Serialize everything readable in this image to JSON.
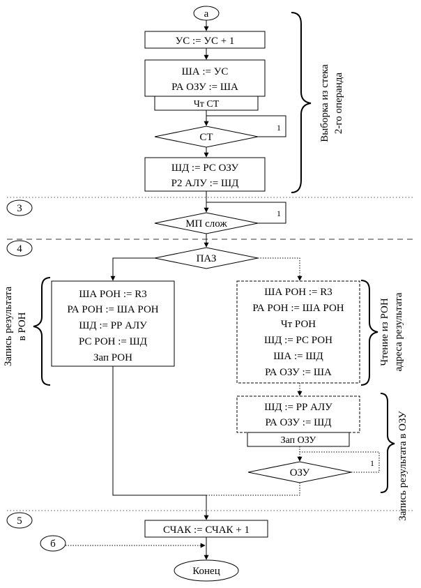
{
  "connectors": {
    "top": "а",
    "b": "б"
  },
  "sections": {
    "s3": "3",
    "s4": "4",
    "s5": "5"
  },
  "boxes": {
    "inc_us": "УС := УС + 1",
    "sa_box": [
      "ША := УС",
      "РА ОЗУ := ША"
    ],
    "read_st": "Чт СТ",
    "st_diamond": "СТ",
    "sd_box": [
      "ШД := РС ОЗУ",
      "Р2 АЛУ := ШД"
    ],
    "mp_diamond": "МП слож",
    "paz_diamond": "ПАЗ",
    "left_box": [
      "ША РОН := R3",
      "РА РОН := ША РОН",
      "ШД := РР АЛУ",
      "РС РОН := ШД",
      "Зап РОН"
    ],
    "right_box": [
      "ША РОН := R3",
      "РА РОН := ША РОН",
      "Чт РОН",
      "ШД := РС РОН",
      "ША := ШД",
      "РА ОЗУ := ША"
    ],
    "write_box": [
      "ШД := РР АЛУ",
      "РА ОЗУ := ШД"
    ],
    "write_ozu": "Зап ОЗУ",
    "ozu_diamond": "ОЗУ",
    "inc_schak": "СЧАК := СЧАК + 1",
    "end": "Конец"
  },
  "loop_labels": {
    "st": "1",
    "mp": "1",
    "ozu": "1"
  },
  "annotations": {
    "fetch": [
      "Выборка из стека",
      "2-го операнда"
    ],
    "write_ron": [
      "Запись результата",
      "в РОН"
    ],
    "read_ron": [
      "Чтение из РОН",
      "адреса результата"
    ],
    "write_ozu": "Запись результата в ОЗУ"
  }
}
